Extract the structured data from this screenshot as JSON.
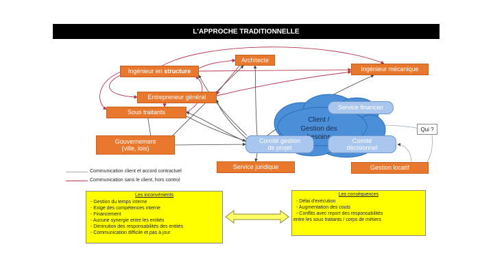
{
  "title": "L'APPROCHE TRADITIONNELLE",
  "nodes": {
    "architecte": "Architecte",
    "ingenieur_structure_prefix": "Ingénieur en ",
    "ingenieur_structure_bold": "structure",
    "ingenieur_mecanique": "Ingénieur mécanique",
    "entrepreneur": "Entrepreneur général",
    "sous_traitants": "Sous traitants",
    "gouvernement_line1": "Gouvernement",
    "gouvernement_line2": "(ville, lois)",
    "service_juridique": "Service juridique",
    "gestion_locatif": "Gestion locatif",
    "service_financier": "Service financier",
    "comite_projet": "Comité gestion de projet",
    "comite_decisionnel": "Comité décisionnel",
    "client_line1": "Client /",
    "client_line2": "Gestion des besoins",
    "qui": "Qui ?"
  },
  "legend": {
    "client": "Communication client et accord contractuel",
    "sans_client": "Communication sans le client, hors control"
  },
  "colors": {
    "orange": "#e8782e",
    "blue_box": "#a9c6ee",
    "cloud": "#4a8fd8",
    "client_line": "#b0a8a8",
    "sans_client_line": "#b4344a",
    "highlight": "#ffff00"
  },
  "inconvenients": {
    "title": "Les inconvénients",
    "items": [
      "Gestion du temps interne",
      "Exige des compétences interne",
      "Financement",
      "Aucune synergie entre les entités",
      "Diminution des responsabilités des entités",
      "Communication difficile et pas à jour"
    ]
  },
  "consequences": {
    "title": "Les conséquences",
    "items": [
      "Délai d'exécution",
      "Augmentation des couts",
      "Conflits avec report des responsabilités"
    ],
    "continuation": "entre les sous traitants / corps de métiers"
  }
}
